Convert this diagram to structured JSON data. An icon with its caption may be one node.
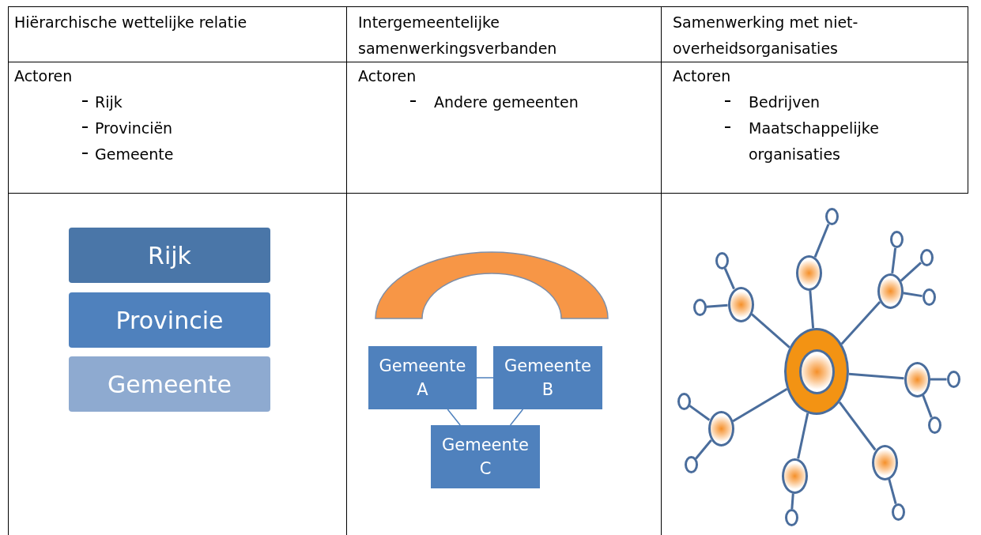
{
  "diagram": {
    "nodes": [
      {
        "text": [
          "Rijk"
        ]
      },
      {
        "text": [
          "Provincie"
        ]
      },
      {
        "text": [
          "Gemeente"
        ]
      },
      {
        "text": [],
        "shape": "arch"
      },
      {
        "text": [
          "Gemeente A"
        ]
      },
      {
        "text": [
          "Gemeente B"
        ]
      },
      {
        "text": [
          "Gemeente C"
        ]
      },
      {
        "text": [],
        "shape": "circle"
      },
      {
        "text": [],
        "shape": "circle"
      },
      {
        "text": [],
        "shape": "circle"
      },
      {
        "text": [],
        "shape": "circle"
      },
      {
        "text": [],
        "shape": "circle"
      },
      {
        "text": [],
        "shape": "circle"
      },
      {
        "text": [],
        "shape": "circle"
      },
      {
        "text": [],
        "shape": "circle"
      },
      {
        "text": [],
        "shape": "circle"
      },
      {
        "text": [],
        "shape": "circle"
      },
      {
        "text": [],
        "shape": "circle"
      },
      {
        "text": [],
        "shape": "circle"
      },
      {
        "text": [],
        "shape": "circle"
      },
      {
        "text": [],
        "shape": "circle"
      },
      {
        "text": [],
        "shape": "circle"
      },
      {
        "text": [],
        "shape": "circle"
      },
      {
        "text": [],
        "shape": "circle"
      },
      {
        "text": [],
        "shape": "circle"
      },
      {
        "text": [],
        "shape": "circle"
      },
      {
        "text": [],
        "shape": "circle"
      }
    ],
    "edges": [
      {
        "from": 4,
        "to": 5,
        "arrow": "none"
      },
      {
        "from": 4,
        "to": 6,
        "arrow": "none"
      },
      {
        "from": 5,
        "to": 6,
        "arrow": "none"
      },
      {
        "from": 7,
        "to": 8,
        "arrow": "none"
      },
      {
        "from": 7,
        "to": 9,
        "arrow": "none"
      },
      {
        "from": 7,
        "to": 10,
        "arrow": "none"
      },
      {
        "from": 7,
        "to": 11,
        "arrow": "none"
      },
      {
        "from": 7,
        "to": 12,
        "arrow": "none"
      },
      {
        "from": 7,
        "to": 13,
        "arrow": "none"
      },
      {
        "from": 7,
        "to": 14,
        "arrow": "none"
      },
      {
        "from": 8,
        "to": 15,
        "arrow": "none"
      },
      {
        "from": 8,
        "to": 16,
        "arrow": "none"
      },
      {
        "from": 9,
        "to": 17,
        "arrow": "none"
      },
      {
        "from": 10,
        "to": 18,
        "arrow": "none"
      },
      {
        "from": 10,
        "to": 19,
        "arrow": "none"
      },
      {
        "from": 10,
        "to": 20,
        "arrow": "none"
      },
      {
        "from": 11,
        "to": 21,
        "arrow": "none"
      },
      {
        "from": 11,
        "to": 22,
        "arrow": "none"
      },
      {
        "from": 12,
        "to": 23,
        "arrow": "none"
      },
      {
        "from": 13,
        "to": 24,
        "arrow": "none"
      },
      {
        "from": 14,
        "to": 25,
        "arrow": "none"
      },
      {
        "from": 14,
        "to": 26,
        "arrow": "none"
      }
    ],
    "labels": [
      "Hiërarchische wettelijke relatie",
      "Intergemeentelijke samenwerkingsverbanden",
      "Samenwerking met niet-overheidsorganisaties",
      "Actoren",
      "Rijk",
      "Provinciën",
      "Gemeente",
      "Actoren",
      "Andere gemeenten",
      "Actoren",
      "Bedrijven",
      "Maatschappelijke organisaties"
    ]
  }
}
